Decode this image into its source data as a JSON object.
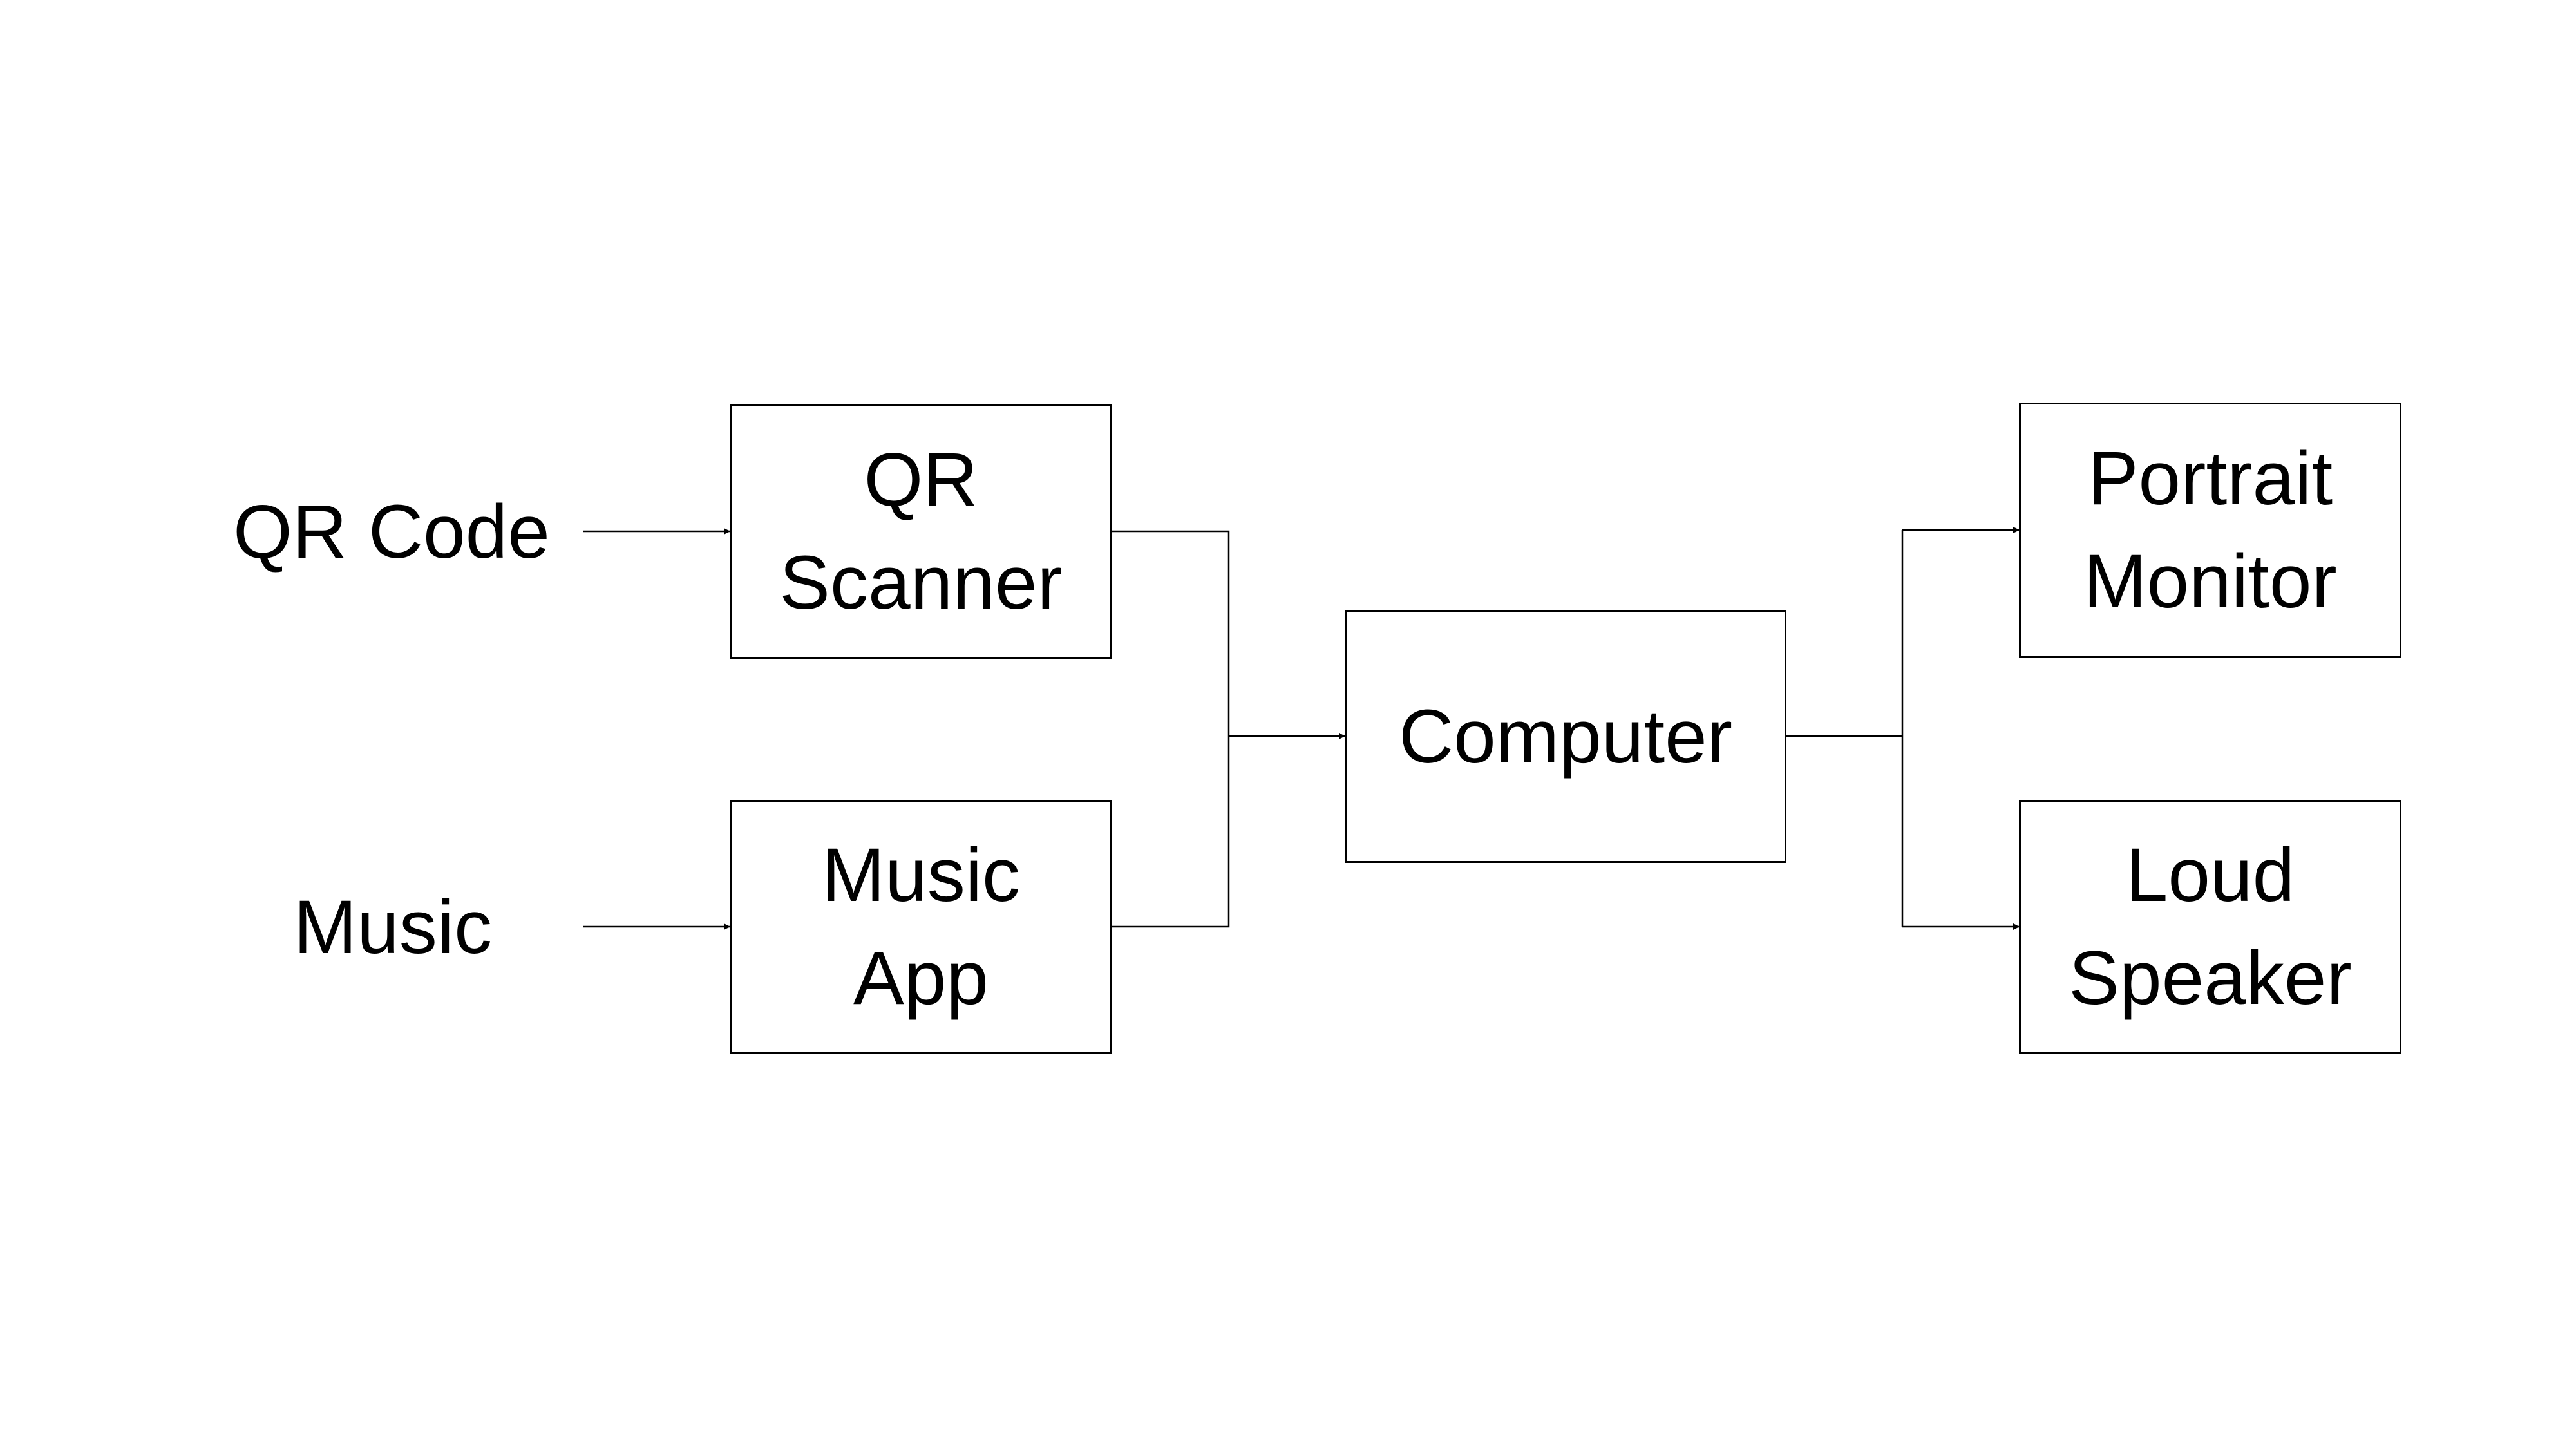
{
  "inputs": {
    "qr_code": "QR Code",
    "music": "Music"
  },
  "blocks": {
    "qr_scanner": [
      "QR",
      "Scanner"
    ],
    "music_app": [
      "Music",
      "App"
    ],
    "computer": [
      "Computer"
    ],
    "portrait_monitor": [
      "Portrait",
      "Monitor"
    ],
    "loud_speaker": [
      "Loud",
      "Speaker"
    ]
  },
  "colors": {
    "stroke": "#000000",
    "background": "#ffffff"
  }
}
